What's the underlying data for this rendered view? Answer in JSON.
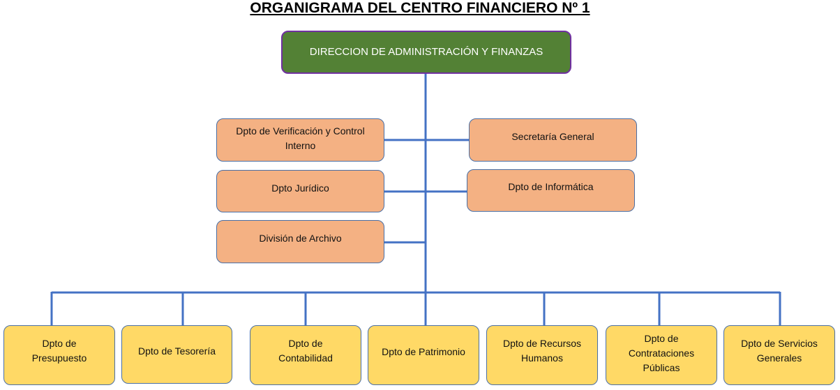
{
  "title": "ORGANIGRAMA DEL CENTRO FINANCIERO Nº 1",
  "colors": {
    "lines": "#4472c4",
    "director": "#538135",
    "staff": "#f4b183",
    "departments": "#ffd966"
  },
  "director": "DIRECCION DE ADMINISTRACIÓN Y FINANZAS",
  "staff_left": [
    "Dpto de Verificación y Control Interno",
    "Dpto Jurídico",
    "División de Archivo"
  ],
  "staff_right": [
    "Secretaría General",
    "Dpto de Informática"
  ],
  "departments": [
    "Dpto de Presupuesto",
    "Dpto de Tesorería",
    "Dpto de Contabilidad",
    "Dpto de Patrimonio",
    "Dpto de Recursos Humanos",
    "Dpto de Contrataciones Públicas",
    "Dpto de Servicios Generales"
  ]
}
